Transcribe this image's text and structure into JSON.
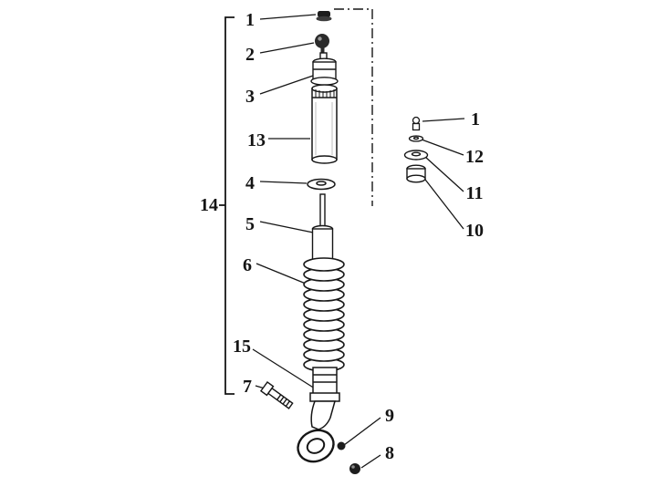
{
  "page": {
    "background": "#ffffff",
    "ink": "#161616"
  },
  "labels": {
    "l1_top": "1",
    "l2": "2",
    "l3": "3",
    "l13": "13",
    "l4": "4",
    "l5": "5",
    "l6": "6",
    "l15": "15",
    "l7": "7",
    "l14": "14",
    "l9": "9",
    "l8": "8",
    "l1_right": "1",
    "l12": "12",
    "l11": "11",
    "l10": "10"
  }
}
